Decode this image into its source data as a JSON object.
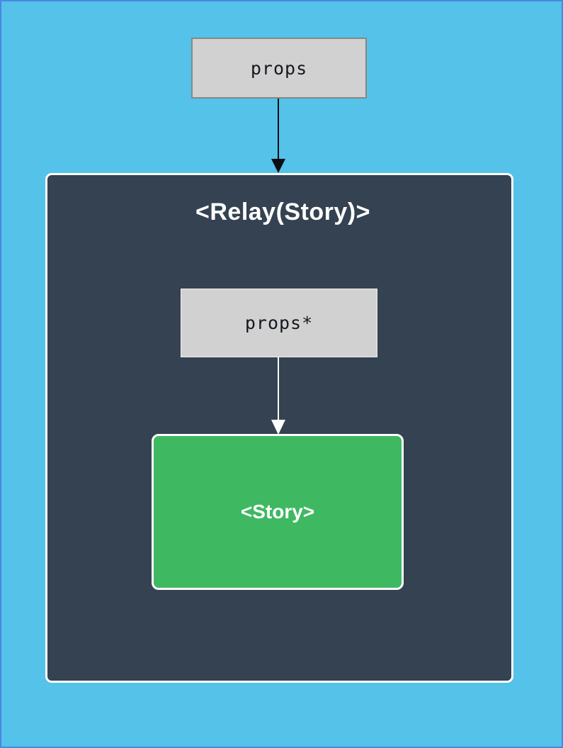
{
  "diagram": {
    "outer_props": {
      "label": "props"
    },
    "relay_container": {
      "title": "<Relay(Story)>"
    },
    "inner_props": {
      "label": "props*"
    },
    "story": {
      "label": "<Story>"
    }
  },
  "colors": {
    "page_background": "#54c2e9",
    "page_frame_border": "#4a87e0",
    "gray_node_fill": "#d1d1d1",
    "gray_node_border": "#878787",
    "relay_container_fill": "#344251",
    "relay_container_border": "#ffffff",
    "story_fill": "#3fb862",
    "story_border": "#ffffff",
    "arrow_outer": "#0b0e13",
    "arrow_inner": "#ffffff",
    "code_text": "#15181f",
    "title_text": "#ffffff"
  }
}
